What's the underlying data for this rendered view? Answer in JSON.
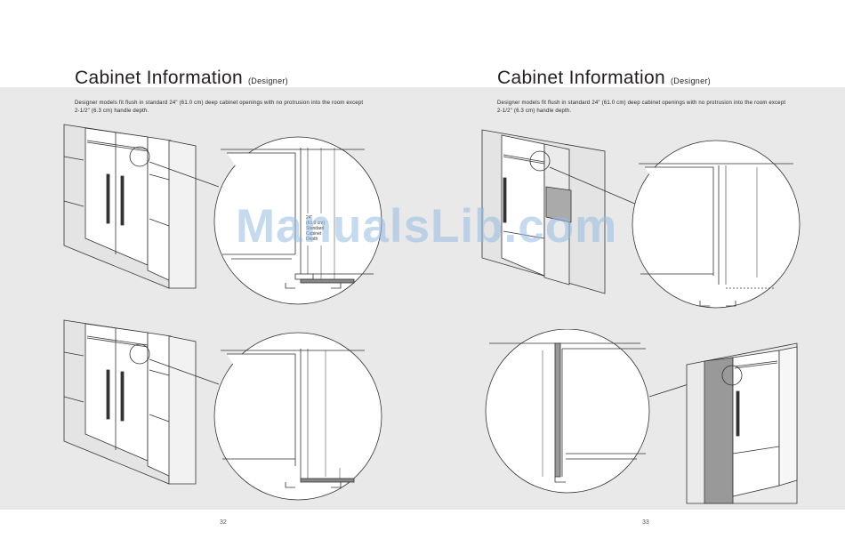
{
  "left_page": {
    "title": "Cabinet Information",
    "title_sub": "(Designer)",
    "description": "Designer models fit flush in standard 24\" (61.0 cm) deep cabinet openings with no protrusion into the room except 2-1/2\" (6.3 cm) handle depth.",
    "page_number": "32",
    "callout_text": [
      "24\"",
      "(61.0 cm)",
      "Standard",
      "Cabinet",
      "Depth"
    ]
  },
  "right_page": {
    "title": "Cabinet Information",
    "title_sub": "(Designer)",
    "description": "Designer models fit flush in standard 24\" (61.0 cm) deep cabinet openings with no protrusion into the room except 2-1/2\" (6.3 cm) handle depth.",
    "page_number": "33"
  },
  "watermark": "ManualsLib.com",
  "colors": {
    "band": "#e9e9e9",
    "watermark": "#96b9e1"
  }
}
